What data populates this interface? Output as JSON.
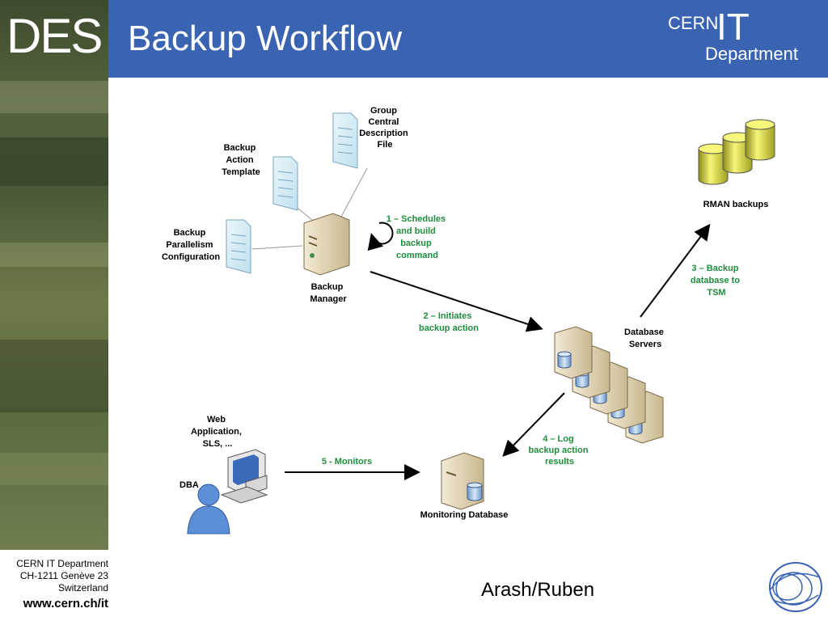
{
  "header": {
    "title": "Backup Workflow",
    "logo_text": "DES",
    "cern_logo": {
      "cern": "CERN",
      "it": "IT",
      "department": "Department"
    }
  },
  "diagram": {
    "nodes": {
      "group_file": [
        "Group",
        "Central",
        "Description",
        "File"
      ],
      "action_template": [
        "Backup",
        "Action",
        "Template"
      ],
      "parallelism": [
        "Backup",
        "Parallelism",
        "Configuration"
      ],
      "backup_manager": [
        "Backup",
        "Manager"
      ],
      "database_servers": [
        "Database",
        "Servers"
      ],
      "rman": [
        "RMAN backups"
      ],
      "web_app": [
        "Web",
        "Application,",
        "SLS, ..."
      ],
      "dba": [
        "DBA"
      ],
      "monitoring_db": [
        "Monitoring Database"
      ]
    },
    "steps": {
      "step1": [
        "1 – Schedules",
        "and build",
        "backup",
        "command"
      ],
      "step2": [
        "2 – Initiates",
        "backup action"
      ],
      "step3": [
        "3 – Backup",
        "database to",
        "TSM"
      ],
      "step4": [
        "4 – Log",
        "backup action",
        "results"
      ],
      "step5": [
        "5 - Monitors"
      ]
    }
  },
  "footer": {
    "address": [
      "CERN IT Department",
      "CH-1211 Genève 23",
      "Switzerland"
    ],
    "url": "www.cern.ch/it",
    "author": "Arash/Ruben"
  },
  "colors": {
    "header_blue": "#3a63b1",
    "step_green": "#1e8c3c"
  }
}
